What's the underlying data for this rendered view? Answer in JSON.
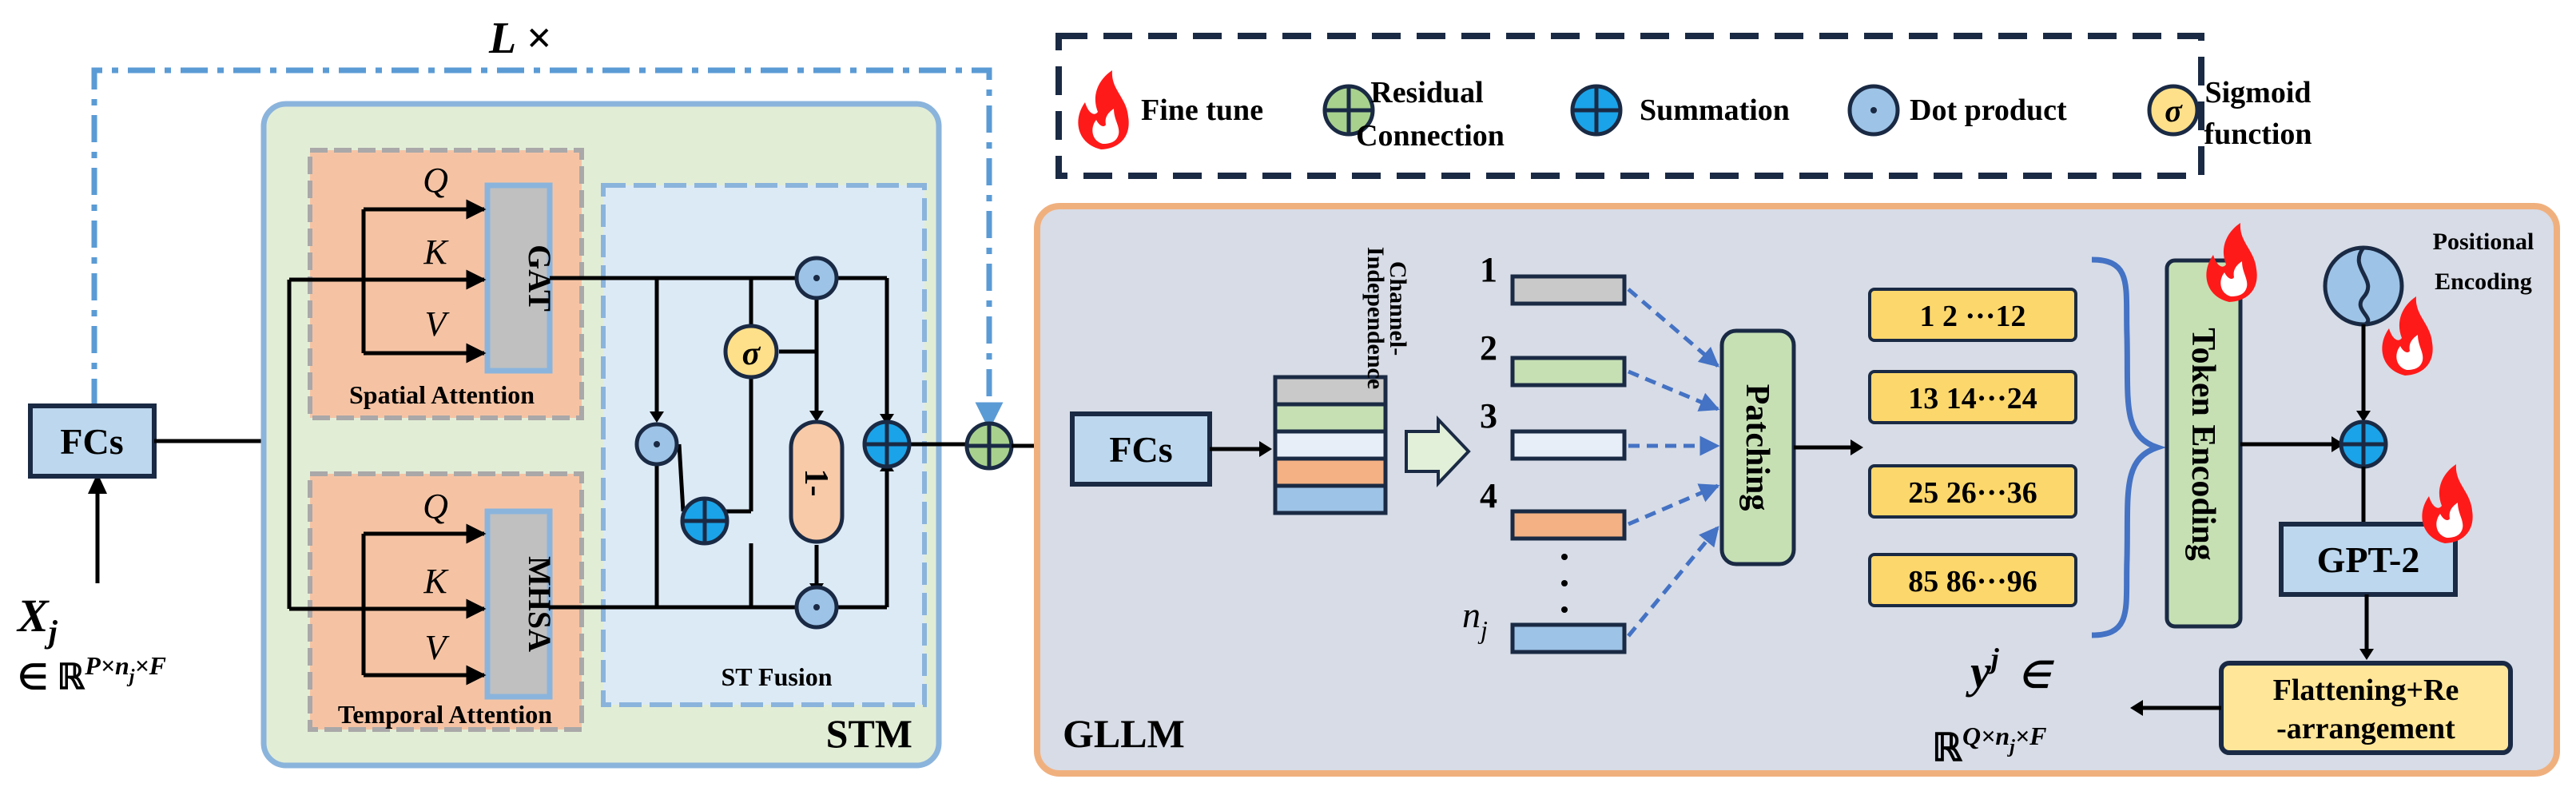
{
  "loop_label": "L ×",
  "legend": {
    "fine_tune": "Fine tune",
    "residual_1": "Residual",
    "residual_2": "Connection",
    "summation": "Summation",
    "dot_product": "Dot product",
    "sigmoid_1": "Sigmoid",
    "sigmoid_2": "function",
    "sigma": "σ"
  },
  "input": {
    "x_var": "X",
    "x_sub": "j",
    "x_domain": "∈ ℝ",
    "x_sup": "P×n",
    "x_sup_sub": "j",
    "x_sup_end": "×F"
  },
  "fcs_label": "FCs",
  "stm": {
    "label": "STM",
    "q": "Q",
    "k": "K",
    "v": "V",
    "gat": "GAT",
    "mhsa": "MHSA",
    "spatial": "Spatial Attention",
    "temporal": "Temporal Attention",
    "st_fusion": "ST Fusion",
    "sigma": "σ",
    "one_minus": "1-"
  },
  "gllm": {
    "label": "GLLM",
    "fcs": "FCs",
    "ci_1": "Channel-",
    "ci_2": "Independence",
    "channel_nums": [
      "1",
      "2",
      "3",
      "4"
    ],
    "dots": "·\n·\n·",
    "nj_var": "n",
    "nj_sub": "j",
    "patching": "Patching",
    "tokens": [
      "1  2 ···12",
      "13 14···24",
      "25 26···36",
      "85 86···96"
    ],
    "token_encoding": "Token Encoding",
    "pos_1": "Positional",
    "pos_2": "Encoding",
    "gpt2": "GPT-2",
    "flat_1": "Flattening+Re",
    "flat_2": "-arrangement",
    "y_var": "y",
    "y_sup": "j",
    "y_in": "∈",
    "y_domain": "ℝ",
    "y_sup2": "Q×n",
    "y_sup2_sub": "j",
    "y_sup2_end": "×F"
  },
  "colors": {
    "navy": "#1a2a44",
    "light_blue_box": "#bcd7ee",
    "stm_green": "#e2edd6",
    "stm_border": "#8bb4dc",
    "attention_orange": "#f5c3a4",
    "gray_block": "#c0c0c0",
    "fusion_blue": "#dceaf6",
    "gllm_gray": "#d7dce6",
    "gllm_border": "#f0b07e",
    "token_yellow": "#fcd76c",
    "green_box": "#c6e0b4",
    "peach": "#f8caa8"
  }
}
